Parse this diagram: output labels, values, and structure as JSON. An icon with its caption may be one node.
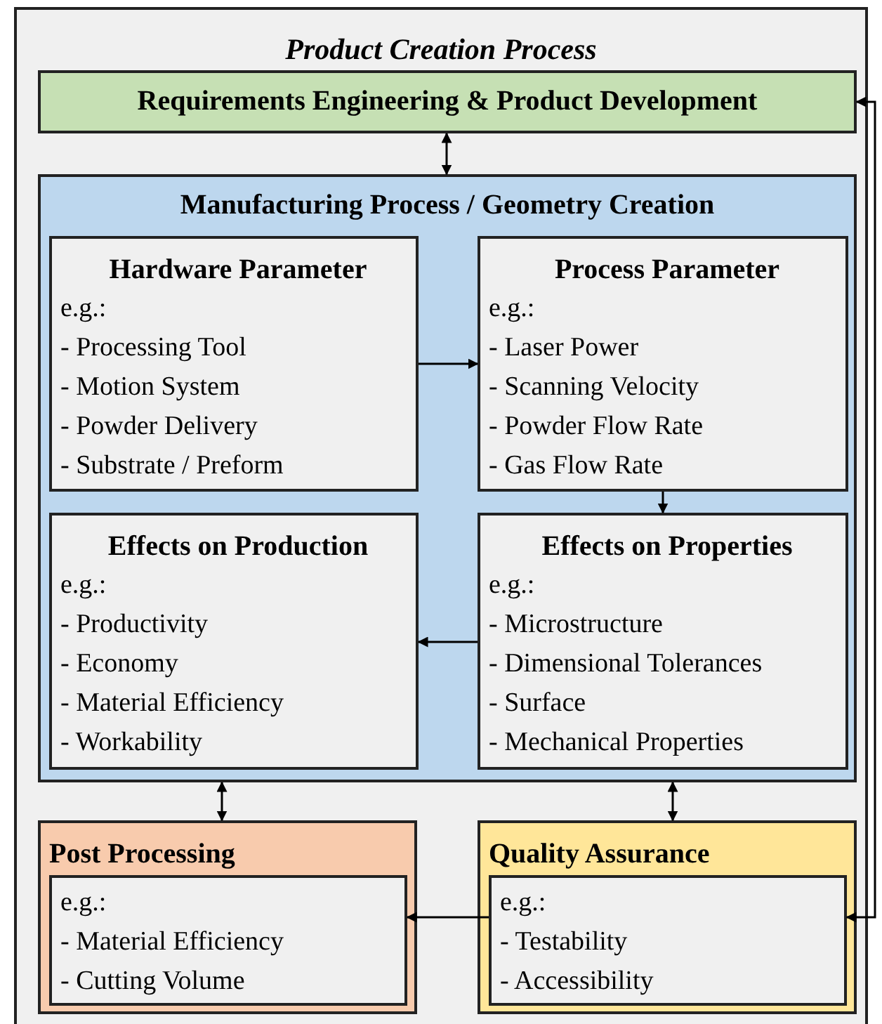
{
  "diagram": {
    "nodes": [
      {
        "text": [
          "Product Creation Process"
        ]
      },
      {
        "text": [
          "Requirements Engineering & Product Development"
        ],
        "in": 0
      },
      {
        "text": [
          "Manufacturing Process / Geometry Creation"
        ],
        "in": 0
      },
      {
        "text": [
          "Hardware Parameter",
          "e.g.:",
          "- Processing Tool",
          "- Motion System",
          "- Powder Delivery",
          "- Substrate / Preform"
        ],
        "in": 2
      },
      {
        "text": [
          "Process Parameter",
          "e.g.:",
          "- Laser Power",
          "- Scanning Velocity",
          "- Powder Flow Rate",
          "- Gas Flow Rate"
        ],
        "in": 2
      },
      {
        "text": [
          "Effects on Production",
          "e.g.:",
          "- Productivity",
          "- Economy",
          "- Material Efficiency",
          "- Workability"
        ],
        "in": 2
      },
      {
        "text": [
          "Effects on Properties",
          "e.g.:",
          "- Microstructure",
          "- Dimensional Tolerances",
          "- Surface",
          "- Mechanical Properties"
        ],
        "in": 2
      },
      {
        "text": [
          "Post Processing"
        ],
        "in": 0
      },
      {
        "text": [
          "e.g.:",
          "- Material Efficiency",
          "- Cutting Volume"
        ],
        "in": 7
      },
      {
        "text": [
          "Quality Assurance"
        ],
        "in": 0
      },
      {
        "text": [
          "e.g.:",
          "- Testability",
          "- Accessibility"
        ],
        "in": 9
      }
    ],
    "edges": [
      {
        "from": 1,
        "to": 2,
        "arrow": "both"
      },
      {
        "from": 3,
        "to": 4,
        "arrow": "to"
      },
      {
        "from": 4,
        "to": 6,
        "arrow": "to"
      },
      {
        "from": 6,
        "to": 5,
        "arrow": "to"
      },
      {
        "from": 2,
        "to": 7,
        "arrow": "both"
      },
      {
        "from": 2,
        "to": 9,
        "arrow": "both"
      },
      {
        "from": 10,
        "to": 8,
        "arrow": "to"
      },
      {
        "from": 1,
        "to": 10,
        "arrow": "both"
      }
    ]
  }
}
